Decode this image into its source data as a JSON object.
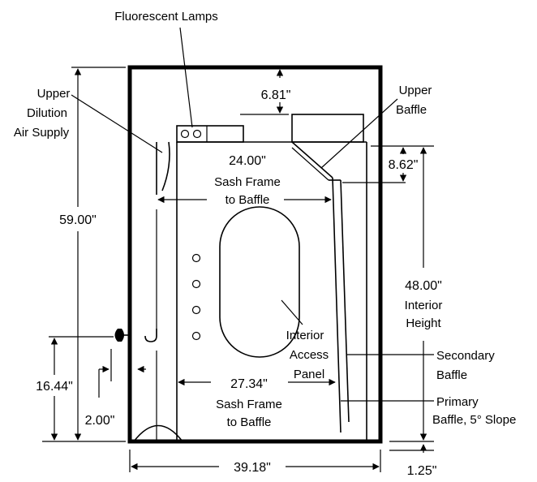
{
  "labels": {
    "fluorescent_lamps": "Fluorescent Lamps",
    "upper_dilution_1": "Upper",
    "upper_dilution_2": "Dilution",
    "upper_dilution_3": "Air Supply",
    "upper_baffle_1": "Upper",
    "upper_baffle_2": "Baffle",
    "sash_frame_top_1": "Sash Frame",
    "sash_frame_top_2": "to Baffle",
    "interior_height_1": "Interior",
    "interior_height_2": "Height",
    "access_panel_1": "Interior",
    "access_panel_2": "Access",
    "access_panel_3": "Panel",
    "secondary_baffle_1": "Secondary",
    "secondary_baffle_2": "Baffle",
    "sash_frame_bottom_1": "Sash Frame",
    "sash_frame_bottom_2": "to Baffle",
    "primary_baffle_1": "Primary",
    "primary_baffle_2": "Baffle, 5° Slope"
  },
  "dimensions": {
    "overall_height": "59.00\"",
    "top_gap": "6.81\"",
    "upper_baffle_depth": "8.62\"",
    "sash_to_baffle_top": "24.00\"",
    "interior_height": "48.00\"",
    "sash_to_baffle_bottom": "27.34\"",
    "sash_height": "16.44\"",
    "sash_offset": "2.00\"",
    "overall_width": "39.18\"",
    "bottom_offset": "1.25\""
  }
}
